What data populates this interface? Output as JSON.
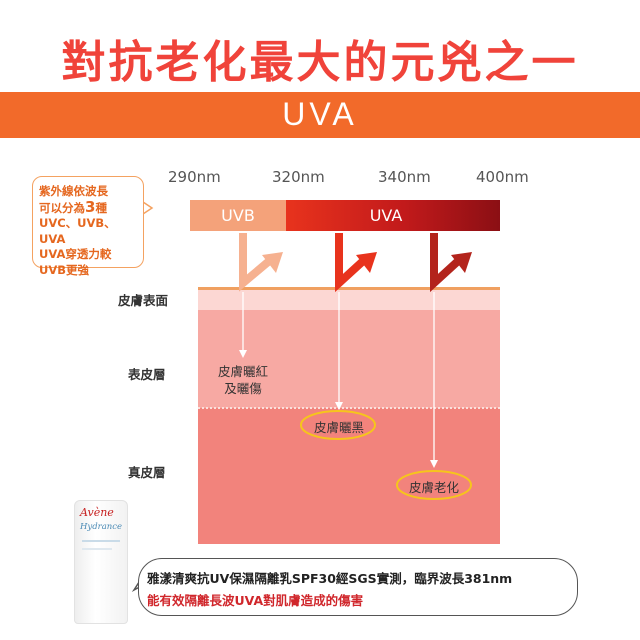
{
  "title": "對抗老化最大的元兇之一",
  "band_label": "UVA",
  "wavelengths": [
    "290nm",
    "320nm",
    "340nm",
    "400nm"
  ],
  "info_box": {
    "line1": "紫外線依波長",
    "line2_prefix": "可以分為",
    "line2_number": "3",
    "line2_suffix": "種",
    "line3": "UVC、UVB、UVA",
    "line4": "UVA穿透力較",
    "line5": "UVB更強"
  },
  "wave_bars": {
    "uvb": "UVB",
    "uva": "UVA"
  },
  "layers": {
    "surface": "皮膚表面",
    "epidermis": "表皮層",
    "dermis": "真皮層"
  },
  "effects": {
    "sunburn_line1": "皮膚曬紅",
    "sunburn_line2": "及曬傷",
    "tanning": "皮膚曬黑",
    "aging": "皮膚老化"
  },
  "bubble": {
    "line1": "雅漾清爽抗UV保濕隔離乳SPF30經SGS實測，臨界波長381nm",
    "line2": "能有效隔離長波UVA對肌膚造成的傷害"
  },
  "product": {
    "brand": "Avène",
    "name": "Hydrance"
  },
  "colors": {
    "title": "#f0433a",
    "band": "#f26a2a",
    "uvb_bar": "#f4a27a",
    "uva_bar_start": "#e8331d",
    "uva_bar_end": "#8b0f14",
    "epidermis": "#f7a9a3",
    "dermis": "#f2837c",
    "oval": "#f6c51c",
    "bubble_highlight": "#d0262b"
  }
}
